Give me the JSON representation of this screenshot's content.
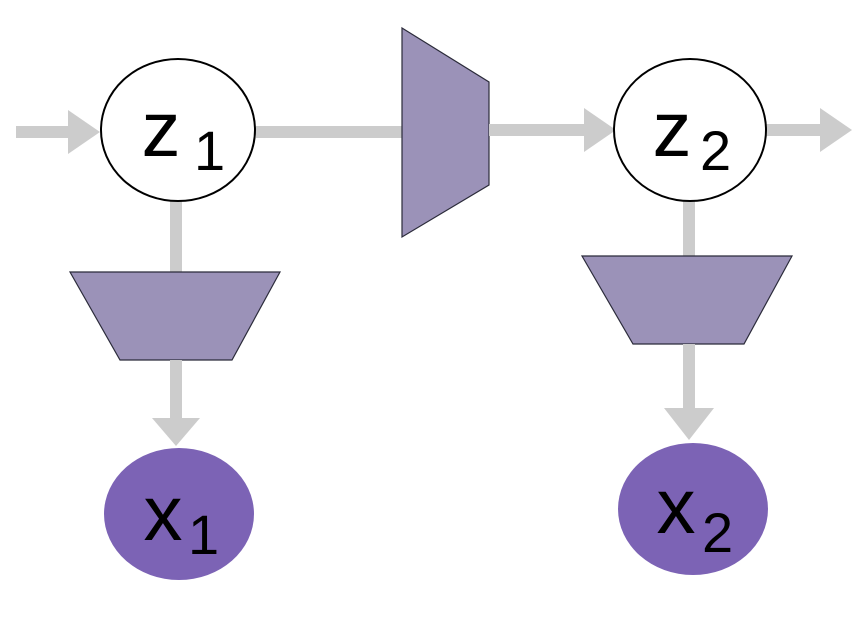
{
  "colors": {
    "background": "#ffffff",
    "edge": "#cccccc",
    "latent_fill": "#ffffff",
    "latent_stroke": "#000000",
    "observed_fill": "#7c63b5",
    "network_fill": "#9b92b8",
    "network_stroke": "#2b2b3a",
    "text": "#000000"
  },
  "nodes": {
    "z1": {
      "base": "z",
      "sub": "1"
    },
    "z2": {
      "base": "z",
      "sub": "2"
    },
    "x1": {
      "base": "x",
      "sub": "1"
    },
    "x2": {
      "base": "x",
      "sub": "2"
    }
  },
  "icons": {
    "transition": "trapezoid-network-icon",
    "emission": "trapezoid-network-icon"
  }
}
